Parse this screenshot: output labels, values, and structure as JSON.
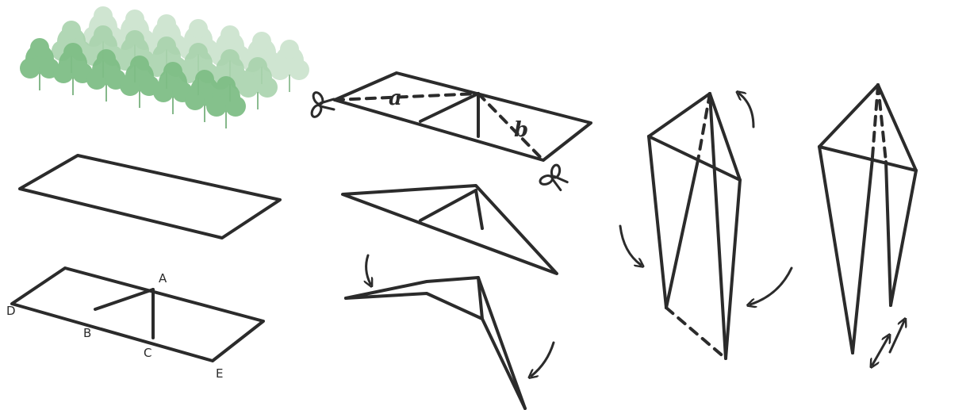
{
  "vertex_labels": {
    "a": "A",
    "b": "B",
    "c": "C",
    "d": "D",
    "e": "E"
  },
  "fold_annotations": {
    "first": "a",
    "second": "b"
  },
  "icons": [
    "tree-cluster-icon",
    "scissors-icon",
    "curved-arrow-icon",
    "double-arrow-icon"
  ],
  "colors": {
    "ink": "#2b2b2b",
    "tree_light": "#b5d6b8",
    "tree_mid": "#9ccb9f",
    "tree_dark": "#6fb276"
  }
}
